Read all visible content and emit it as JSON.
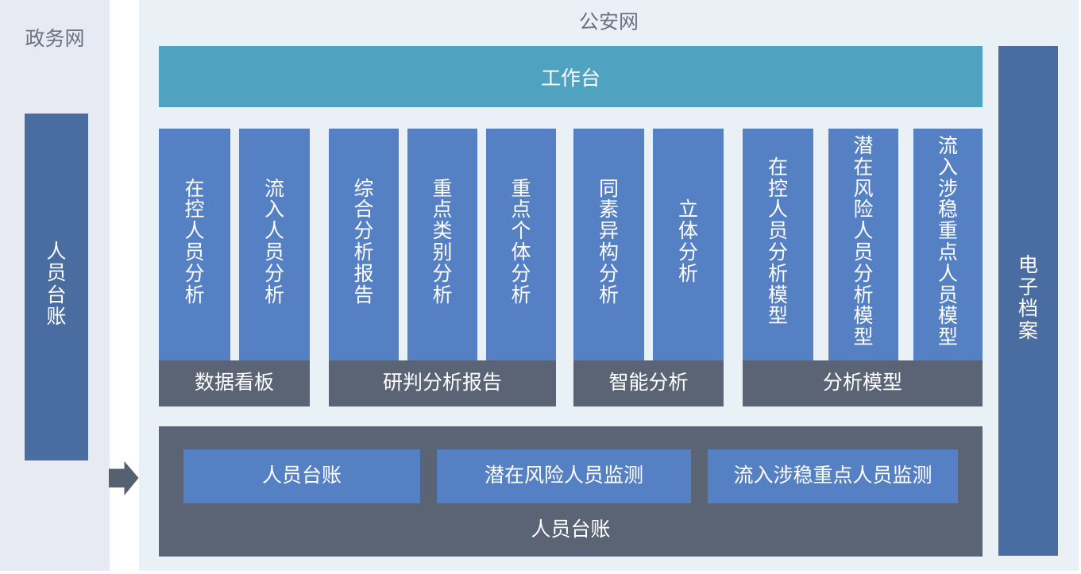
{
  "colors": {
    "gov_zone_bg": "#e8eaf3",
    "police_zone_bg": "#e9f1f6",
    "side_bar": "#4a6da1",
    "column_bar": "#5680c4",
    "workbench": "#4fa3c1",
    "strip": "#5a6474",
    "zone_title_text": "#697182"
  },
  "gov_zone": {
    "label": "政务网",
    "ledger_bar": "人员台账"
  },
  "police_zone": {
    "label": "公安网",
    "workbench": "工作台",
    "groups": [
      {
        "label": "数据看板",
        "bars": [
          "在控人员分析",
          "流入人员分析"
        ]
      },
      {
        "label": "研判分析报告",
        "bars": [
          "综合分析报告",
          "重点类别分析",
          "重点个体分析"
        ]
      },
      {
        "label": "智能分析",
        "bars": [
          "同素异构分析",
          "立体分析"
        ]
      },
      {
        "label": "分析模型",
        "bars": [
          "在控人员分析模型",
          "潜在风险人员分析模型",
          "流入涉稳重点人员模型"
        ]
      }
    ],
    "ledger_panel": {
      "label": "人员台账",
      "buttons": [
        "人员台账",
        "潜在风险人员监测",
        "流入涉稳重点人员监测"
      ]
    },
    "archive_bar": "电子档案"
  }
}
